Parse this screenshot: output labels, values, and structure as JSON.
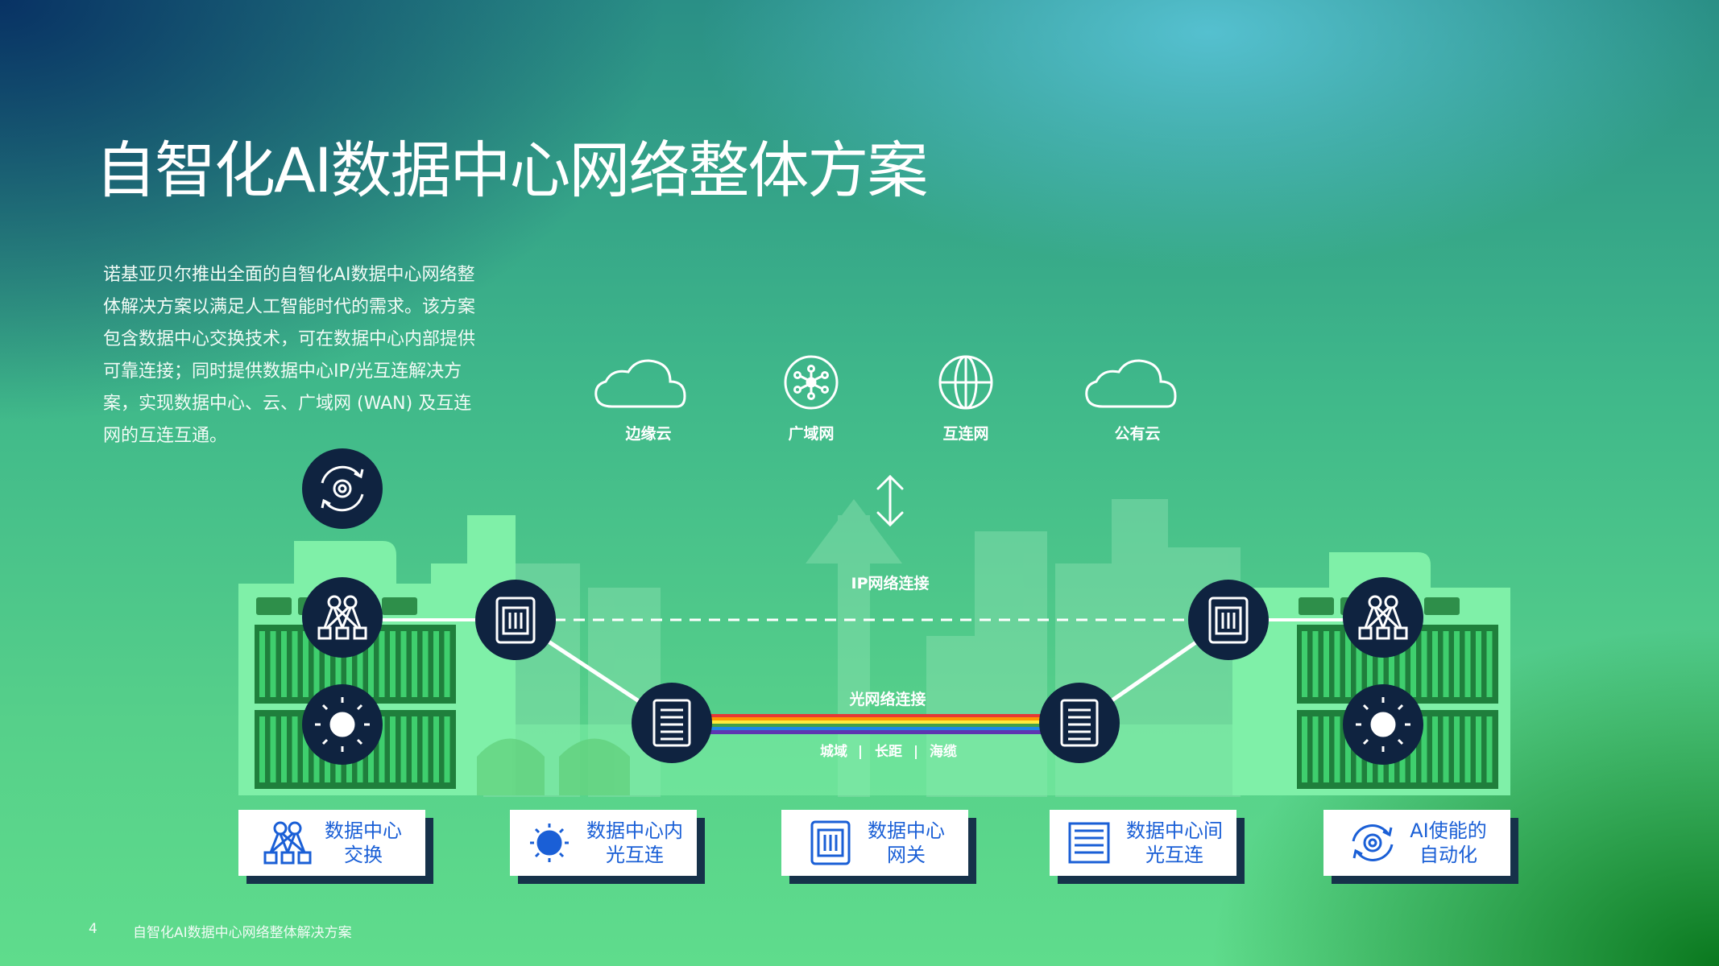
{
  "slide": {
    "title": "自智化AI数据中心网络整体方案",
    "intro": "诺基亚贝尔推出全面的自智化AI数据中心网络整体解决方案以满足人工智能时代的需求。该方案包含数据中心交换技术，可在数据中心内部提供可靠连接；同时提供数据中心IP/光互连解决方案，实现数据中心、云、广域网 (WAN) 及互连网的互连互通。",
    "page_number": "4",
    "footer_title": "自智化AI数据中心网络整体解决方案"
  },
  "diagram": {
    "top_icons": [
      {
        "label": "边缘云",
        "icon": "cloud-icon"
      },
      {
        "label": "广域网",
        "icon": "network-hub-icon"
      },
      {
        "label": "互连网",
        "icon": "globe-icon"
      },
      {
        "label": "公有云",
        "icon": "cloud-icon"
      }
    ],
    "ip_label": "IP网络连接",
    "optical_label": "光网络连接",
    "optical_sub": [
      "城域",
      "|",
      "长距",
      "|",
      "海缆"
    ],
    "colors": {
      "navy": "#0f2340",
      "building": "#7ff0a8",
      "rack": "#1f8a3e",
      "card_text": "#1a5fd6"
    }
  },
  "legend": [
    {
      "label": "数据中心\n交换",
      "icon": "switch-tree-icon"
    },
    {
      "label": "数据中心内\n光互连",
      "icon": "sun-light-icon"
    },
    {
      "label": "数据中心\n网关",
      "icon": "gateway-icon"
    },
    {
      "label": "数据中心间\n光互连",
      "icon": "optical-list-icon"
    },
    {
      "label": "AI使能的\n自动化",
      "icon": "gear-cycle-icon"
    }
  ]
}
